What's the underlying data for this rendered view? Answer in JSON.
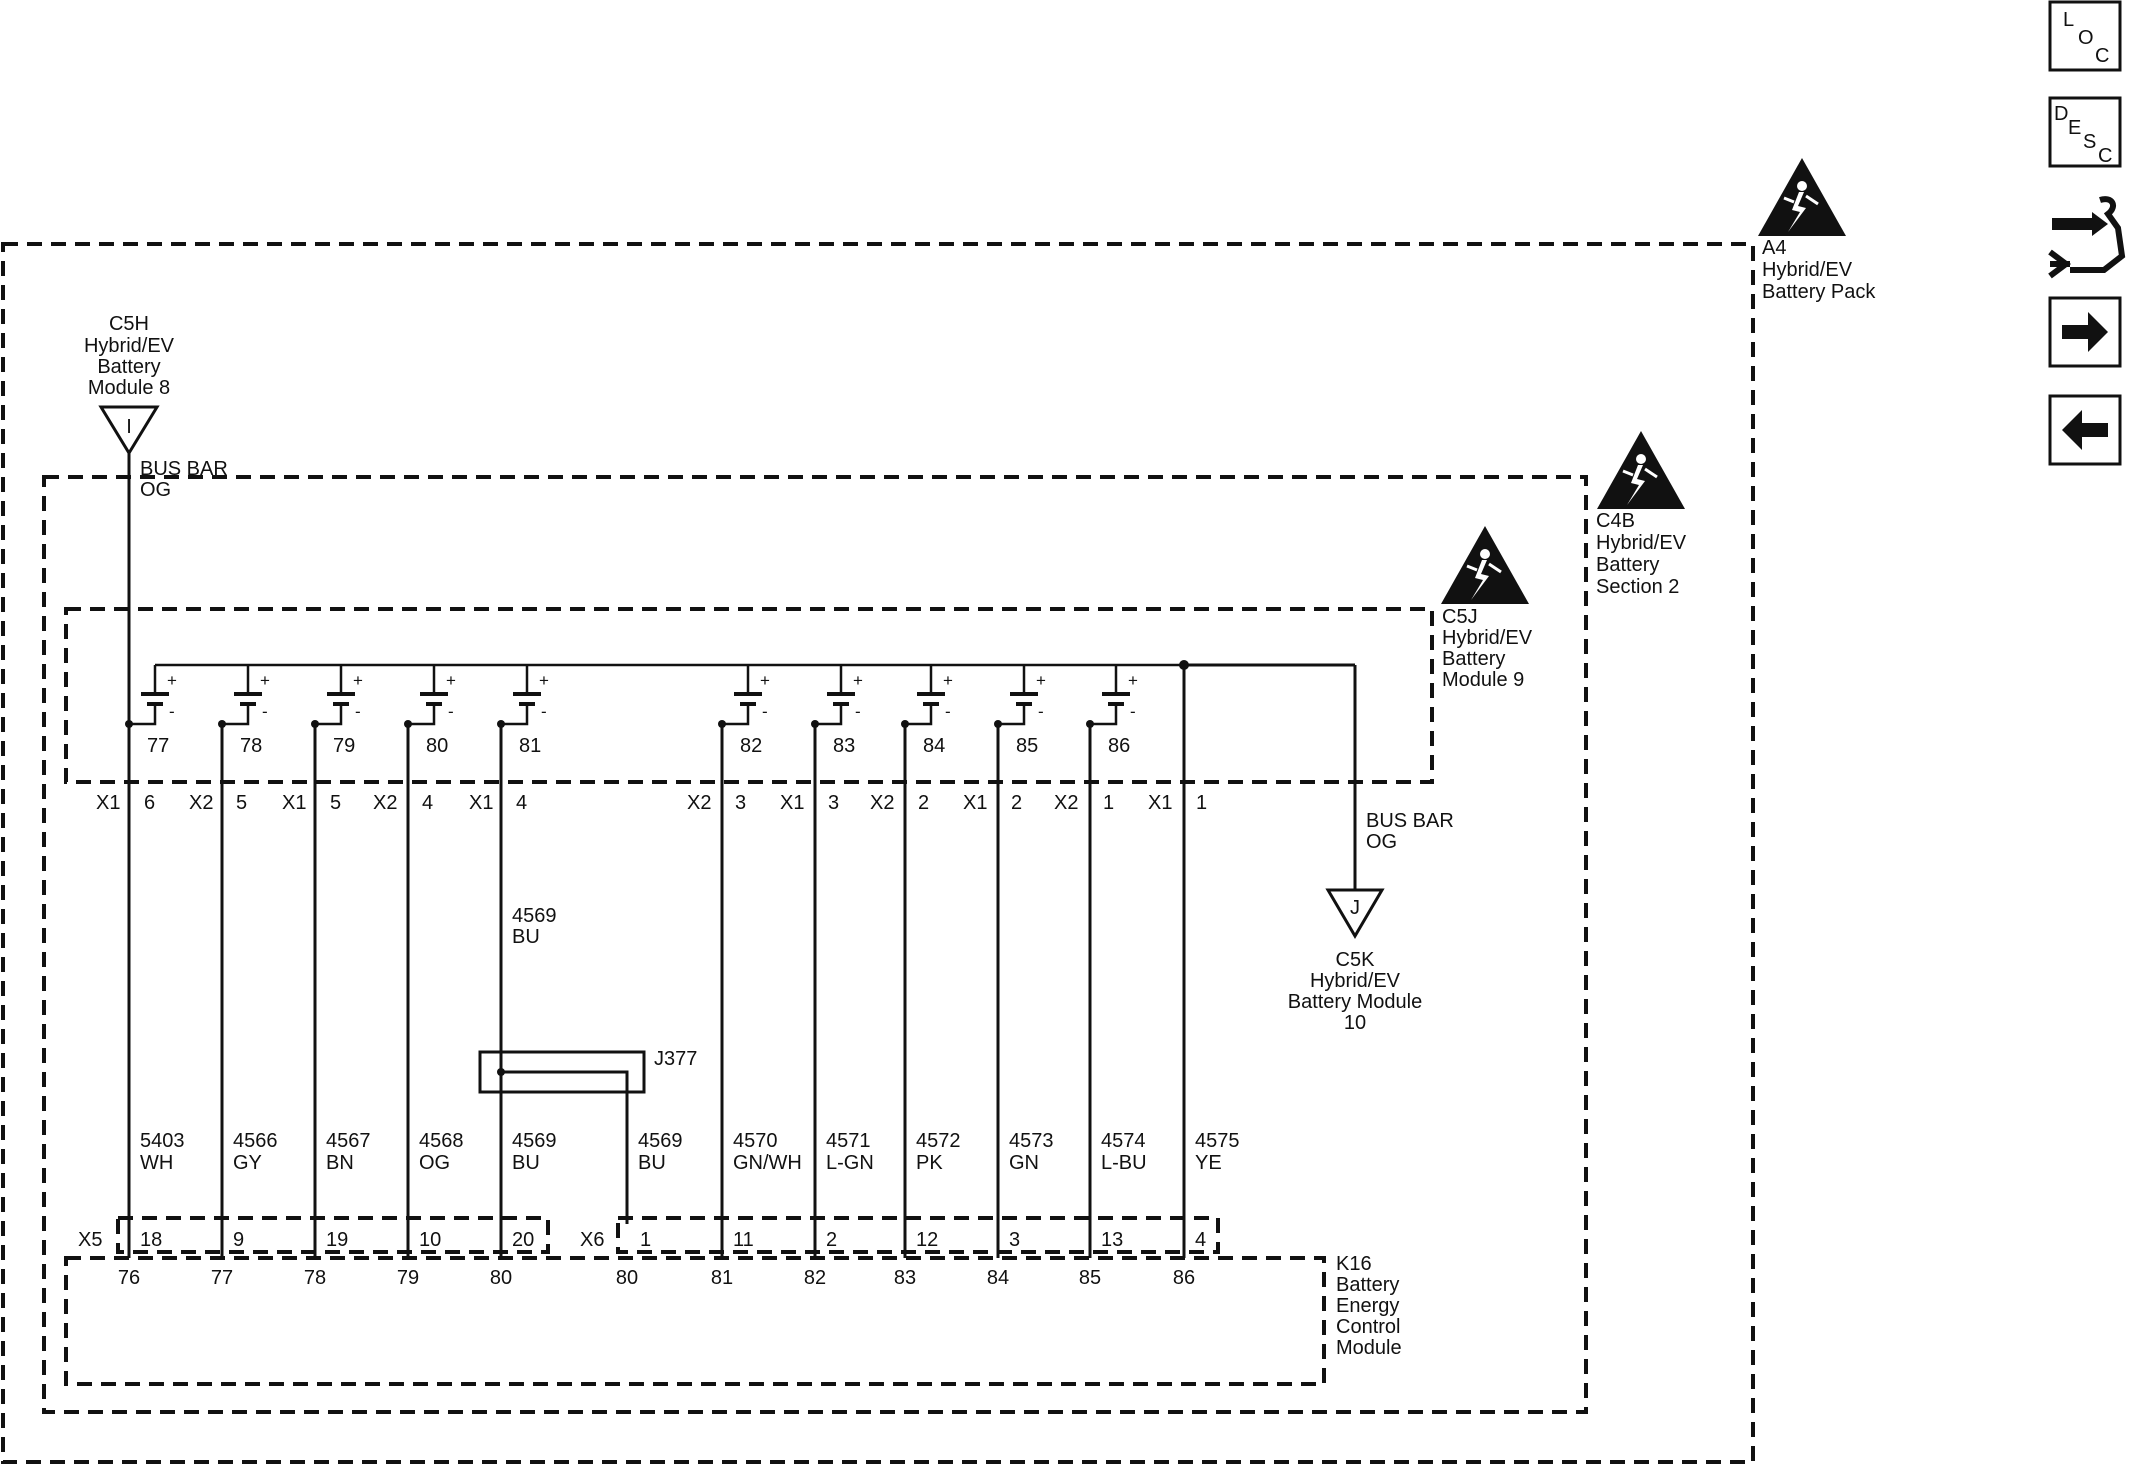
{
  "nav": {
    "loc": {
      "l1": "L",
      "l2": "O",
      "l3": "C"
    },
    "desc": {
      "l1": "D",
      "l2": "E",
      "l3": "S",
      "l4": "C"
    },
    "connector_icon": "connector-tool-icon",
    "next_icon": "arrow-right-icon",
    "prev_icon": "arrow-left-icon"
  },
  "components": {
    "a4": {
      "ref": "A4",
      "l1": "Hybrid/EV",
      "l2": "Battery Pack"
    },
    "c4b": {
      "ref": "C4B",
      "l1": "Hybrid/EV",
      "l2": "Battery",
      "l3": "Section 2"
    },
    "c5j": {
      "ref": "C5J",
      "l1": "Hybrid/EV",
      "l2": "Battery",
      "l3": "Module 9"
    },
    "c5h": {
      "ref": "C5H",
      "l1": "Hybrid/EV",
      "l2": "Battery",
      "l3": "Module 8",
      "pin": "I",
      "wire1": "BUS BAR",
      "wire2": "OG"
    },
    "c5k": {
      "ref": "C5K",
      "l1": "Hybrid/EV",
      "l2": "Battery Module",
      "l3": "10",
      "pin": "J",
      "wire1": "BUS BAR",
      "wire2": "OG"
    },
    "k16": {
      "ref": "K16",
      "l1": "Battery",
      "l2": "Energy",
      "l3": "Control",
      "l4": "Module"
    },
    "j377": {
      "ref": "J377"
    },
    "w4569": {
      "circuit": "4569",
      "color": "BU"
    }
  },
  "cell": {
    "plus": "+",
    "minus": "-"
  },
  "connectors": {
    "x5": "X5",
    "x6": "X6"
  },
  "cells": [
    {
      "num": "77",
      "conn": "X1",
      "pin": "6",
      "circuit": "5403",
      "color": "WH",
      "kpin": "18",
      "mod": "76"
    },
    {
      "num": "78",
      "conn": "X2",
      "pin": "5",
      "circuit": "4566",
      "color": "GY",
      "kpin": "9",
      "mod": "77"
    },
    {
      "num": "79",
      "conn": "X1",
      "pin": "5",
      "circuit": "4567",
      "color": "BN",
      "kpin": "19",
      "mod": "78"
    },
    {
      "num": "80",
      "conn": "X2",
      "pin": "4",
      "circuit": "4568",
      "color": "OG",
      "kpin": "10",
      "mod": "79"
    },
    {
      "num": "81",
      "conn": "X1",
      "pin": "4",
      "circuit": "4569",
      "color": "BU",
      "kpin": "20",
      "mod": "80"
    },
    {
      "num": "82",
      "conn": "X2",
      "pin": "3",
      "circuit": "4569",
      "color": "BU",
      "kpin": "1",
      "mod": "80"
    },
    {
      "num": "83",
      "conn": "X1",
      "pin": "3",
      "circuit": "4570",
      "color": "GN/WH",
      "kpin": "11",
      "mod": "81"
    },
    {
      "num": "84",
      "conn": "X2",
      "pin": "2",
      "circuit": "4571",
      "color": "L-GN",
      "kpin": "2",
      "mod": "82"
    },
    {
      "num": "85",
      "conn": "X1",
      "pin": "2",
      "circuit": "4572",
      "color": "PK",
      "kpin": "12",
      "mod": "83"
    },
    {
      "num": "86",
      "conn": "X2",
      "pin": "1",
      "circuit": "4573",
      "color": "GN",
      "kpin": "3",
      "mod": "84"
    },
    {
      "num": "",
      "conn": "X1",
      "pin": "1",
      "circuit": "4574",
      "color": "L-BU",
      "kpin": "13",
      "mod": "85"
    },
    {
      "num": "",
      "conn": "",
      "pin": "",
      "circuit": "4575",
      "color": "YE",
      "kpin": "4",
      "mod": "86"
    }
  ]
}
